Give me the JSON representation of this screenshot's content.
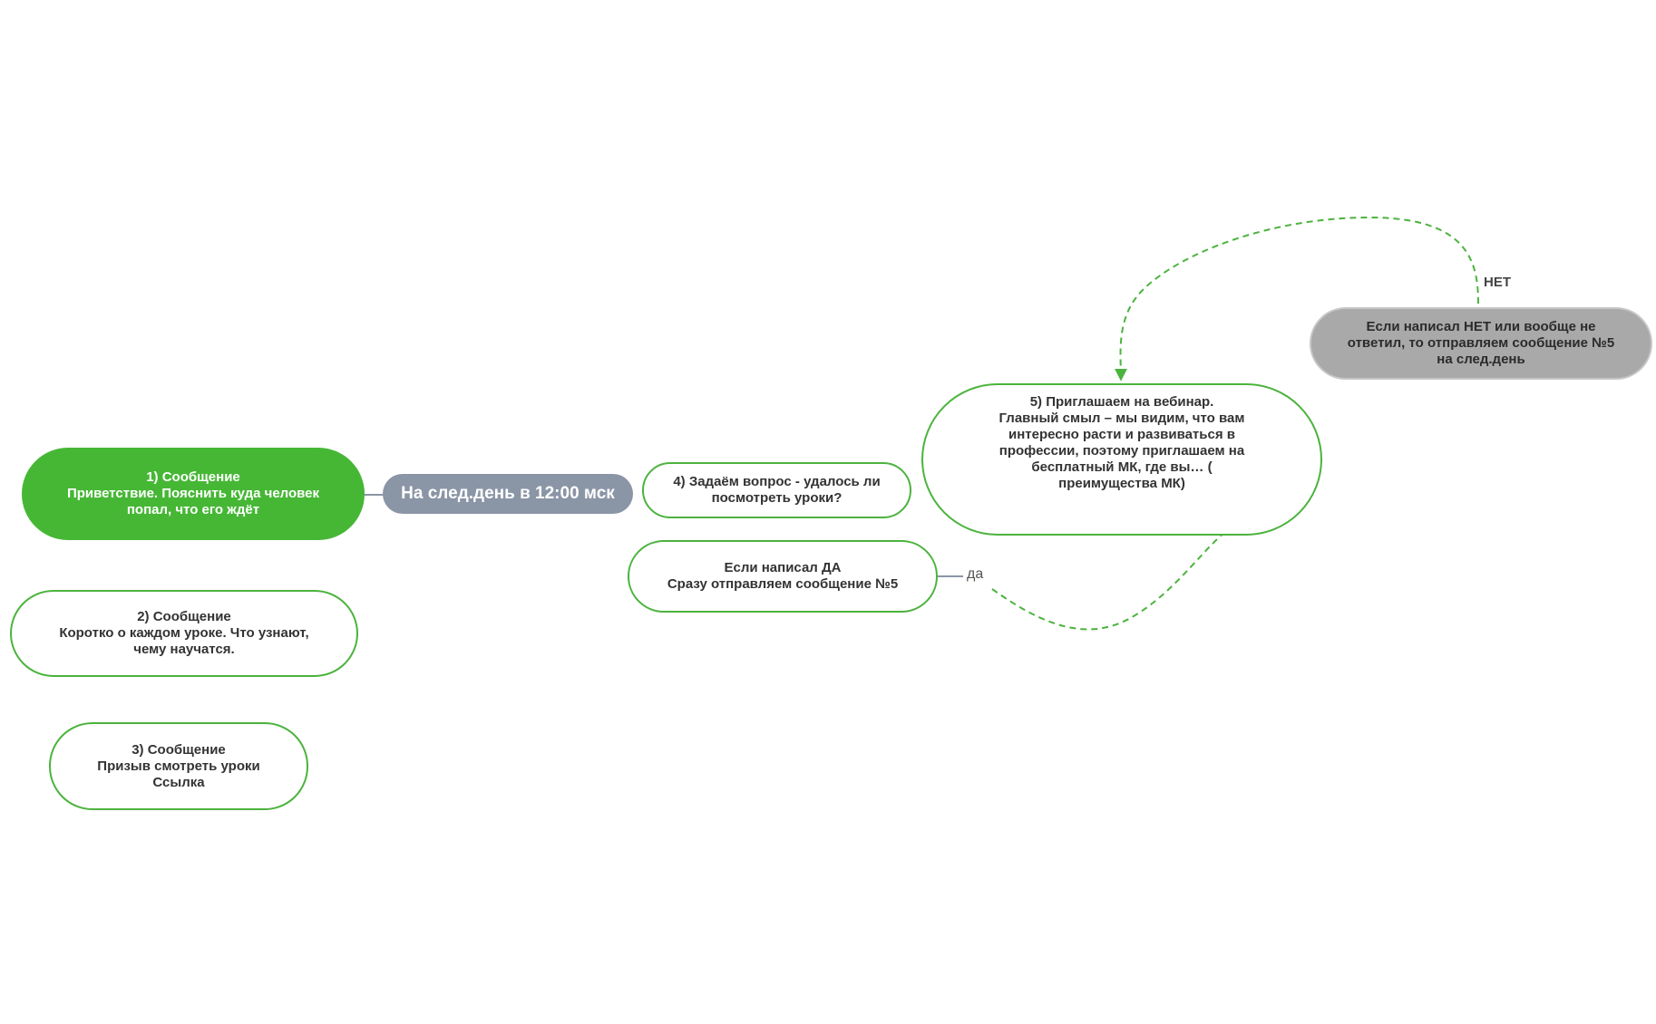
{
  "colors": {
    "accent_green": "#46b735",
    "outline_green": "#4cb33e",
    "central_gray": "#8a95a6",
    "note_gray": "#a9a9a9",
    "text_dark": "#333333",
    "text_light": "#ffffff"
  },
  "central": {
    "label": "На след.день в 12:00 мск"
  },
  "nodes": {
    "msg1": "1) Сообщение\nПриветствие. Пояснить куда человек\nпопал, что его ждёт",
    "msg2": "2) Сообщение\nКоротко о каждом уроке. Что узнают,\nчему научатся.",
    "msg3": "3) Сообщение\nПризыв смотреть уроки\nСсылка",
    "msg4": "4) Задаём вопрос  - удалось ли\nпосмотреть уроки?",
    "yes_branch": "Если написал  ДА\nСразу отправляем сообщение №5",
    "msg5": "5) Приглашаем на вебинар.\nГлавный смыл – мы видим, что вам\nинтересно расти и развиваться в\nпрофессии, поэтому приглашаем на\nбесплатный МК, где вы… (\nпреимущества МК)",
    "no_branch": "Если написал  НЕТ или вообще не\nответил, то отправляем сообщение №5\nна след.день"
  },
  "edge_labels": {
    "yes": "да",
    "no": "НЕТ"
  }
}
